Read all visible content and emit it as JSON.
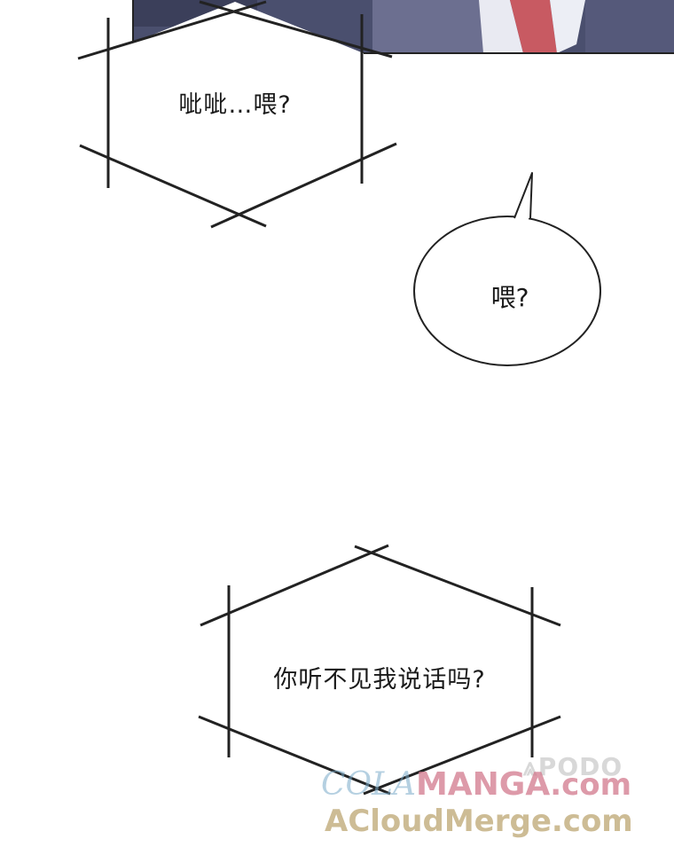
{
  "bubbles": [
    {
      "id": "bubble-1",
      "shape": "hexagon",
      "text": "呲呲…喂?"
    },
    {
      "id": "bubble-2",
      "shape": "oval",
      "text": "喂?"
    },
    {
      "id": "bubble-3",
      "shape": "hexagon",
      "text": "你听不见我说话吗?"
    }
  ],
  "watermarks": {
    "colamanga_prefix": "COLA",
    "colamanga_main": "MANGA",
    "colamanga_suffix": ".com",
    "podo": "PODO",
    "acloudmerge": "ACloudMerge.com"
  },
  "colors": {
    "panel_dark": "#3a3f5c",
    "tie_red": "#c85a62",
    "line": "#222222"
  }
}
